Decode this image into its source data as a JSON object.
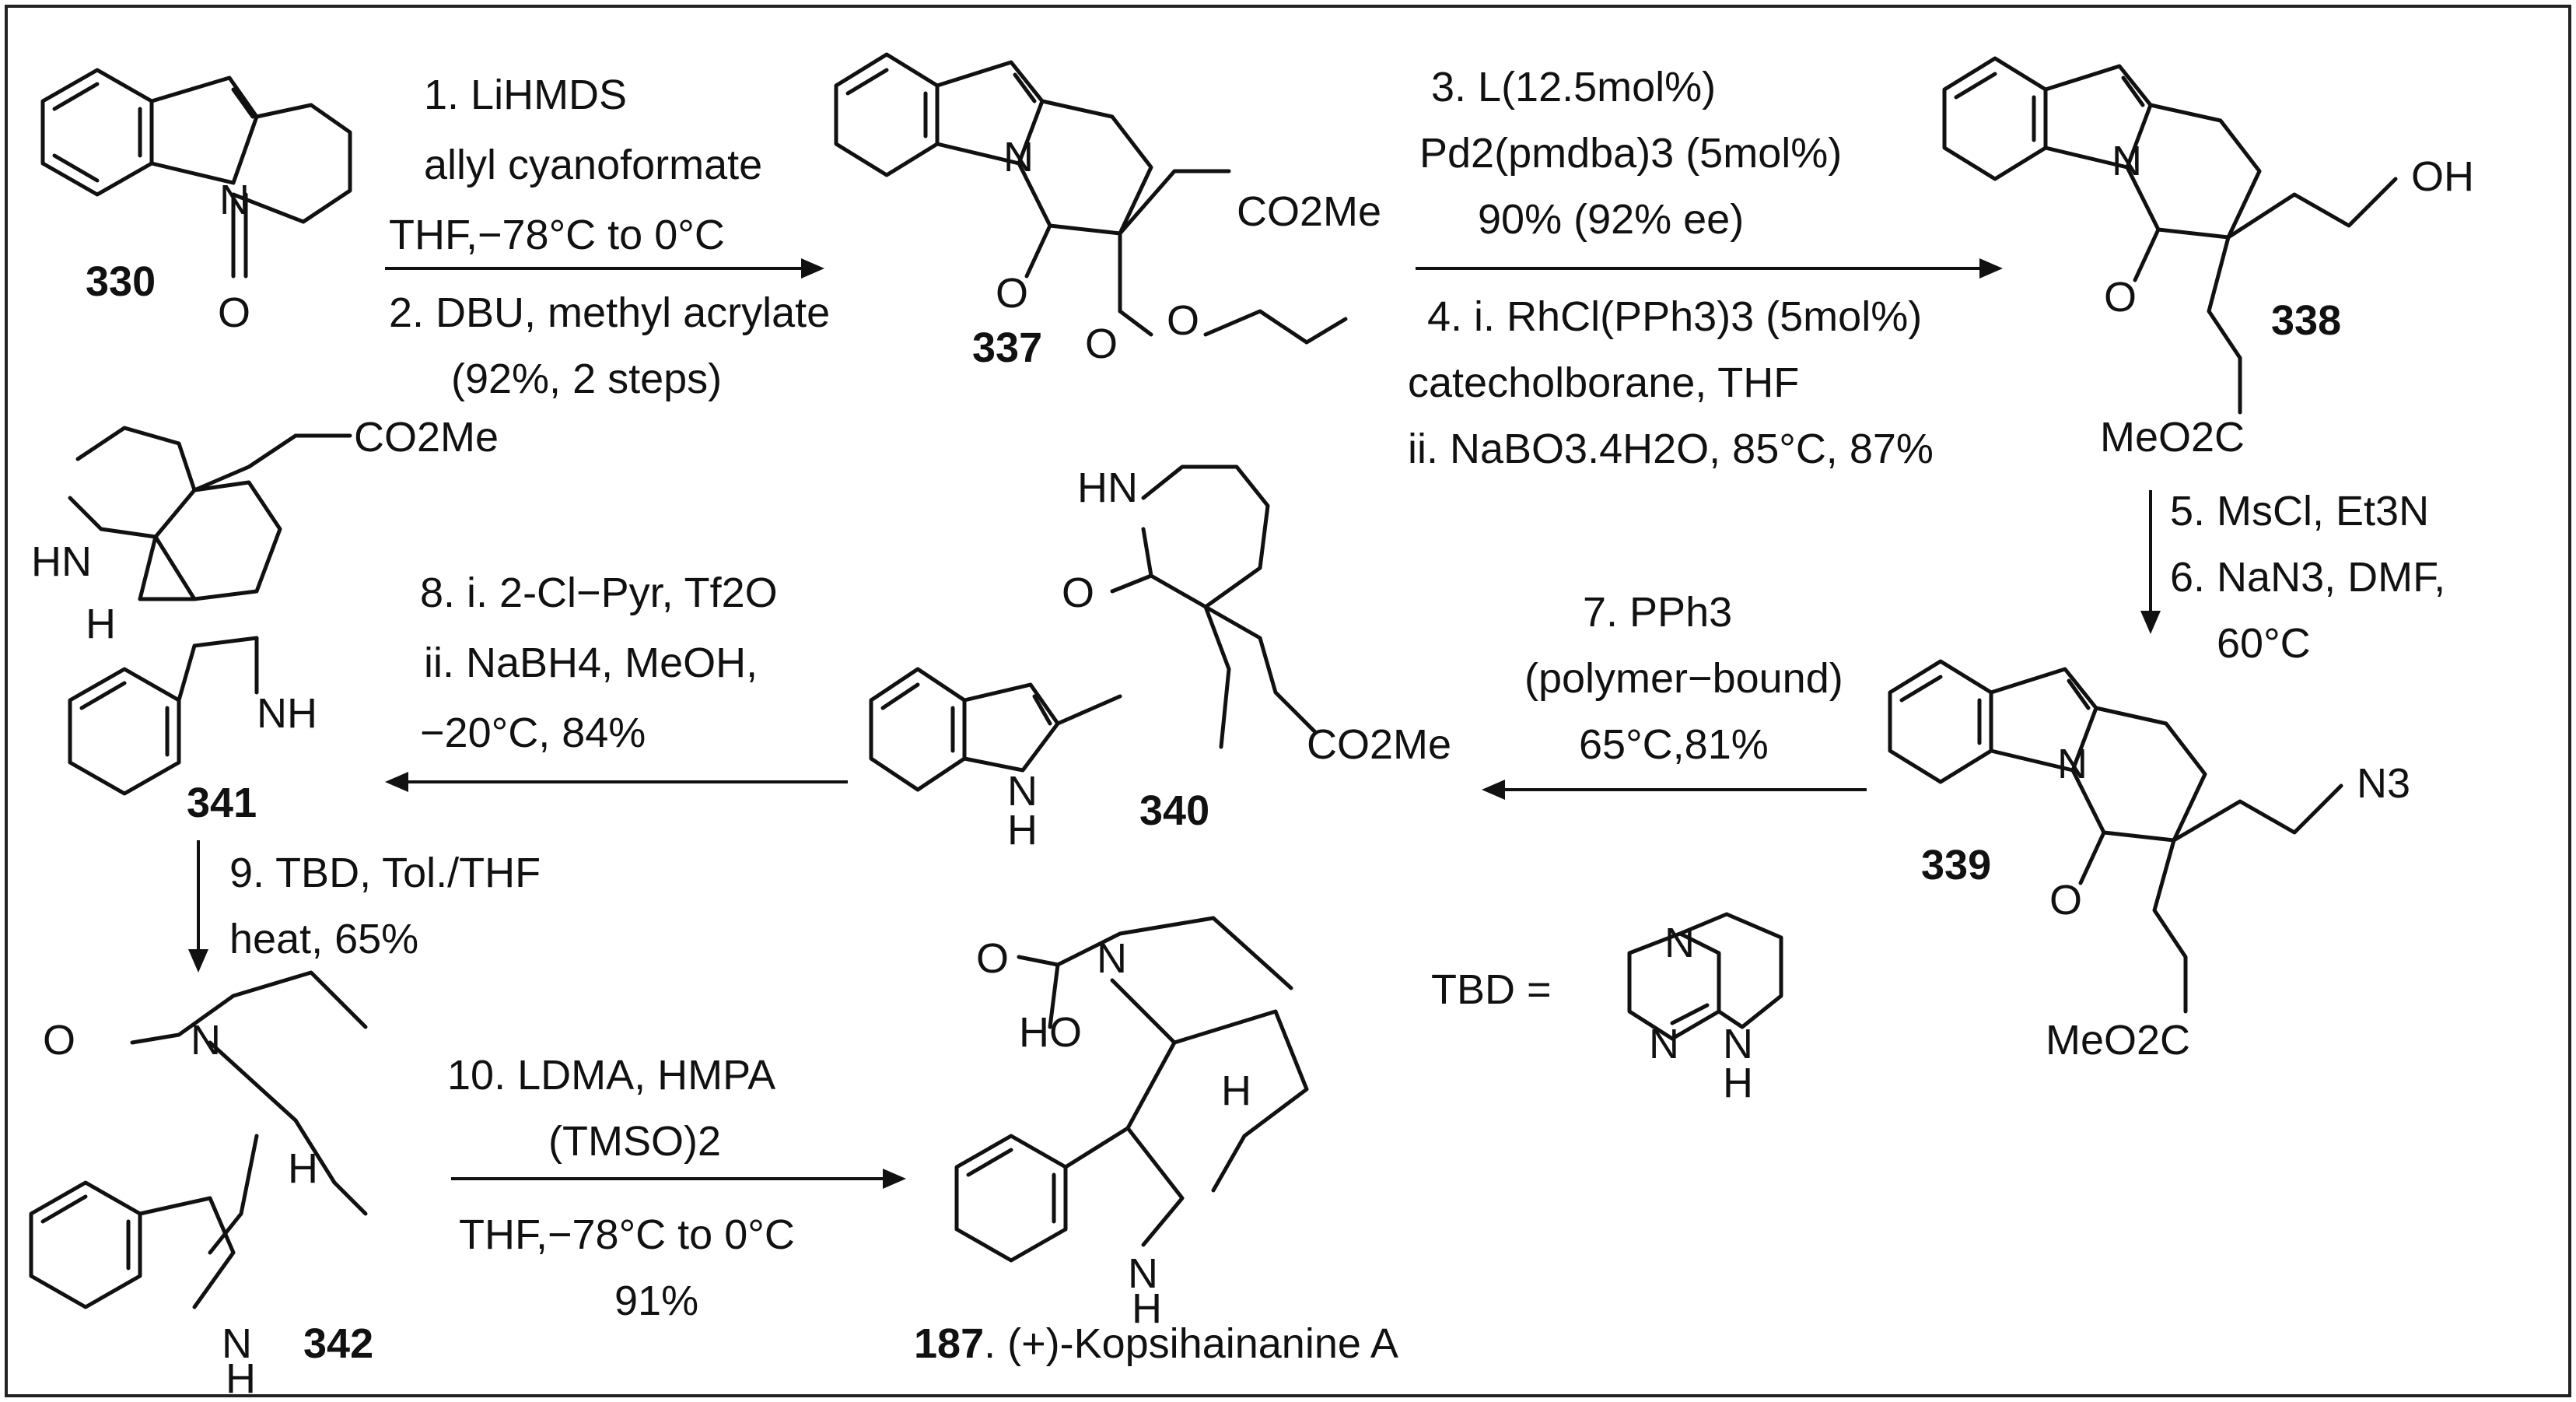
{
  "compounds": {
    "c330": "330",
    "c337": "337",
    "c338": "338",
    "c339": "339",
    "c340": "340",
    "c341": "341",
    "c342": "342",
    "c187": "187",
    "c187_name": ". (+)-Kopsihainanine A"
  },
  "atoms": {
    "n": "N",
    "o": "O",
    "h": "H",
    "hn": "HN",
    "nh": "NH",
    "oh": "OH",
    "ho": "HO",
    "co2me": "CO2Me",
    "meo2c": "MeO2C",
    "n3": "N3"
  },
  "tbd": {
    "label": "TBD ="
  },
  "steps": {
    "s1_2": [
      "1. LiHMDS",
      "allyl cyanoformate",
      "THF,−78°C to 0°C",
      "2. DBU, methyl acrylate",
      "(92%, 2 steps)"
    ],
    "s3_4": [
      "3. L(12.5mol%)",
      "Pd2(pmdba)3 (5mol%)",
      "90% (92% ee)",
      "4. i. RhCl(PPh3)3 (5mol%)",
      "catecholborane, THF",
      "ii. NaBO3.4H2O, 85°C, 87%"
    ],
    "s5_6": [
      "5. MsCl, Et3N",
      "6. NaN3, DMF,",
      "60°C"
    ],
    "s7": [
      "7. PPh3",
      "(polymer−bound)",
      "65°C,81%"
    ],
    "s8": [
      "8. i. 2-Cl−Pyr, Tf2O",
      "ii. NaBH4, MeOH,",
      "−20°C, 84%"
    ],
    "s9": [
      "9. TBD, Tol./THF",
      "heat, 65%"
    ],
    "s10": [
      "10. LDMA, HMPA",
      "(TMSO)2",
      "THF,−78°C to 0°C",
      "91%"
    ]
  }
}
